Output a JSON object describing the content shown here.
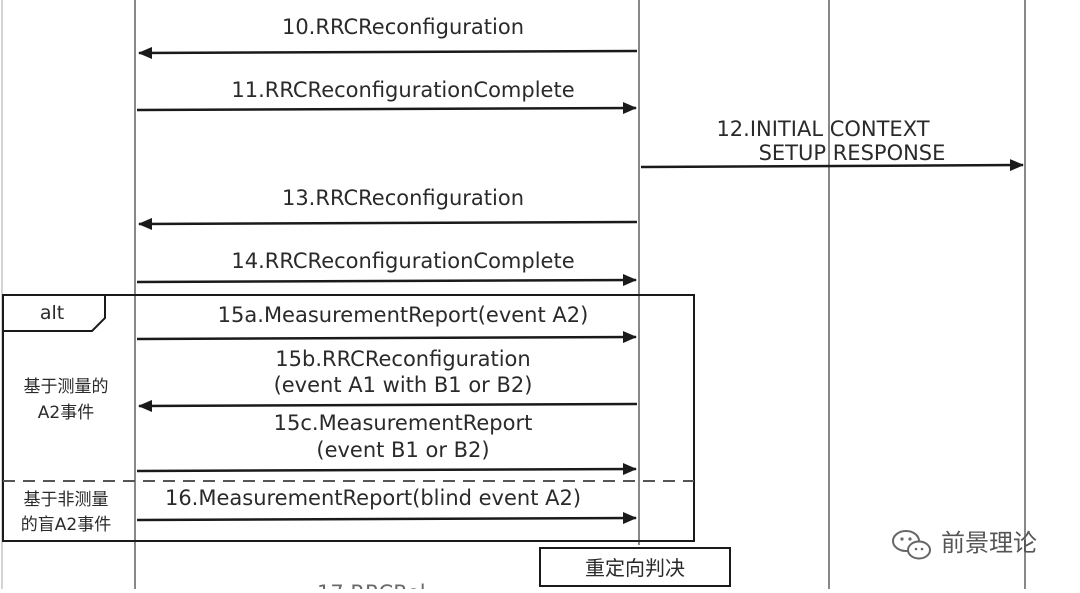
{
  "messages": {
    "m10": "10.RRCReconfiguration",
    "m11": "11.RRCReconfigurationComplete",
    "m12_line1": "12.INITIAL CONTEXT",
    "m12_line2": "SETUP RESPONSE",
    "m13": "13.RRCReconfiguration",
    "m14": "14.RRCReconfigurationComplete",
    "m15a": "15a.MeasurementReport(event A2)",
    "m15b_line1": "15b.RRCReconfiguration",
    "m15b_line2": "(event A1 with B1 or B2)",
    "m15c_line1": "15c.MeasurementReport",
    "m15c_line2": "(event B1 or B2)",
    "m16": "16.MeasurementReport(blind event A2)",
    "m17_partial": "17.RRCRel..."
  },
  "alt_frame": {
    "tag": "alt",
    "guard1_line1": "基于测量的",
    "guard1_line2": "A2事件",
    "guard2_line1": "基于非测量",
    "guard2_line2": "的盲A2事件"
  },
  "action_box": {
    "label": "重定向判决"
  },
  "watermark": {
    "icon": "wechat-icon",
    "text": "前景理论"
  },
  "colors": {
    "line": "#555555",
    "arrow": "#1a1a1a",
    "lifeline": "#888888"
  }
}
